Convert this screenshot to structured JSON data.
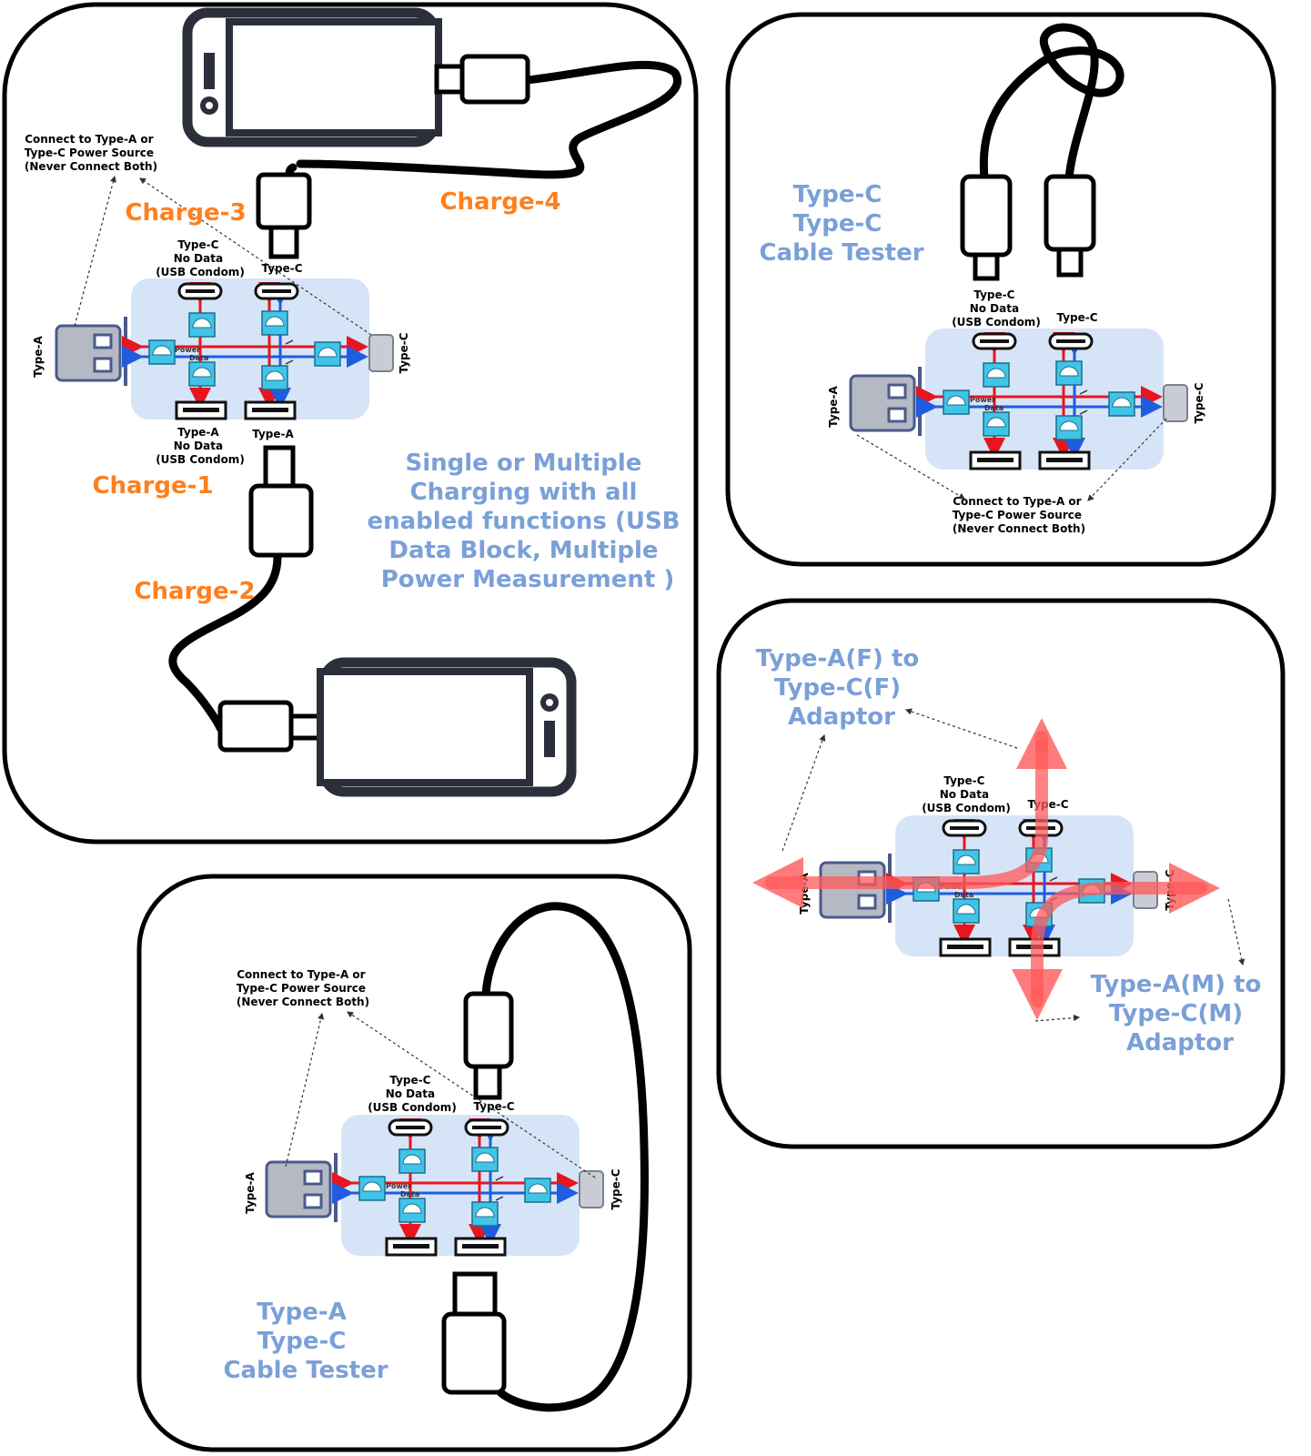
{
  "colors": {
    "accent_orange": "#ff7f1e",
    "accent_blue": "#7ba0d8",
    "power_line": "#e8151e",
    "data_line": "#1f5ce0",
    "board_fill": "#d6e4f7",
    "meter_fill": "#41c4e8",
    "overlay_red": "#ff5a5a"
  },
  "icons": [
    "smartphone-icon",
    "usb-plug-icon",
    "meter-icon",
    "port-icon",
    "switch-icon",
    "arrow-icon"
  ],
  "panel_charging": {
    "title_lines": [
      "Single or Multiple",
      "Charging with all",
      "enabled functions (USB",
      "Data Block, Multiple",
      "Power Measurement )"
    ],
    "charge_labels": {
      "charge1": "Charge-1",
      "charge2": "Charge-2",
      "charge3": "Charge-3",
      "charge4": "Charge-4"
    },
    "note_lines": [
      "Connect to Type-A or",
      "Type-C Power Source",
      "(Never Connect Both)"
    ]
  },
  "panel_cc_tester": {
    "title_lines": [
      "Type-C",
      "Type-C",
      "Cable Tester"
    ],
    "note_lines": [
      "Connect to Type-A or",
      "Type-C Power Source",
      "(Never Connect Both)"
    ]
  },
  "panel_adaptor": {
    "female_lines": [
      "Type-A(F) to",
      "Type-C(F)",
      "Adaptor"
    ],
    "male_lines": [
      "Type-A(M) to",
      "Type-C(M)",
      "Adaptor"
    ]
  },
  "panel_ac_tester": {
    "title_lines": [
      "Type-A",
      "Type-C",
      "Cable Tester"
    ],
    "note_lines": [
      "Connect to Type-A or",
      "Type-C Power Source",
      "(Never Connect Both)"
    ]
  },
  "board": {
    "condom_c_lines": [
      "Type-C",
      "No Data",
      "(USB Condom)"
    ],
    "type_c_label": "Type-C",
    "condom_a_lines": [
      "Type-A",
      "No Data",
      "(USB Condom)"
    ],
    "type_a_label": "Type-A",
    "left_plug_label": "Type-A",
    "right_plug_label": "Type-C",
    "power_label": "Power",
    "data_label": "Data"
  }
}
